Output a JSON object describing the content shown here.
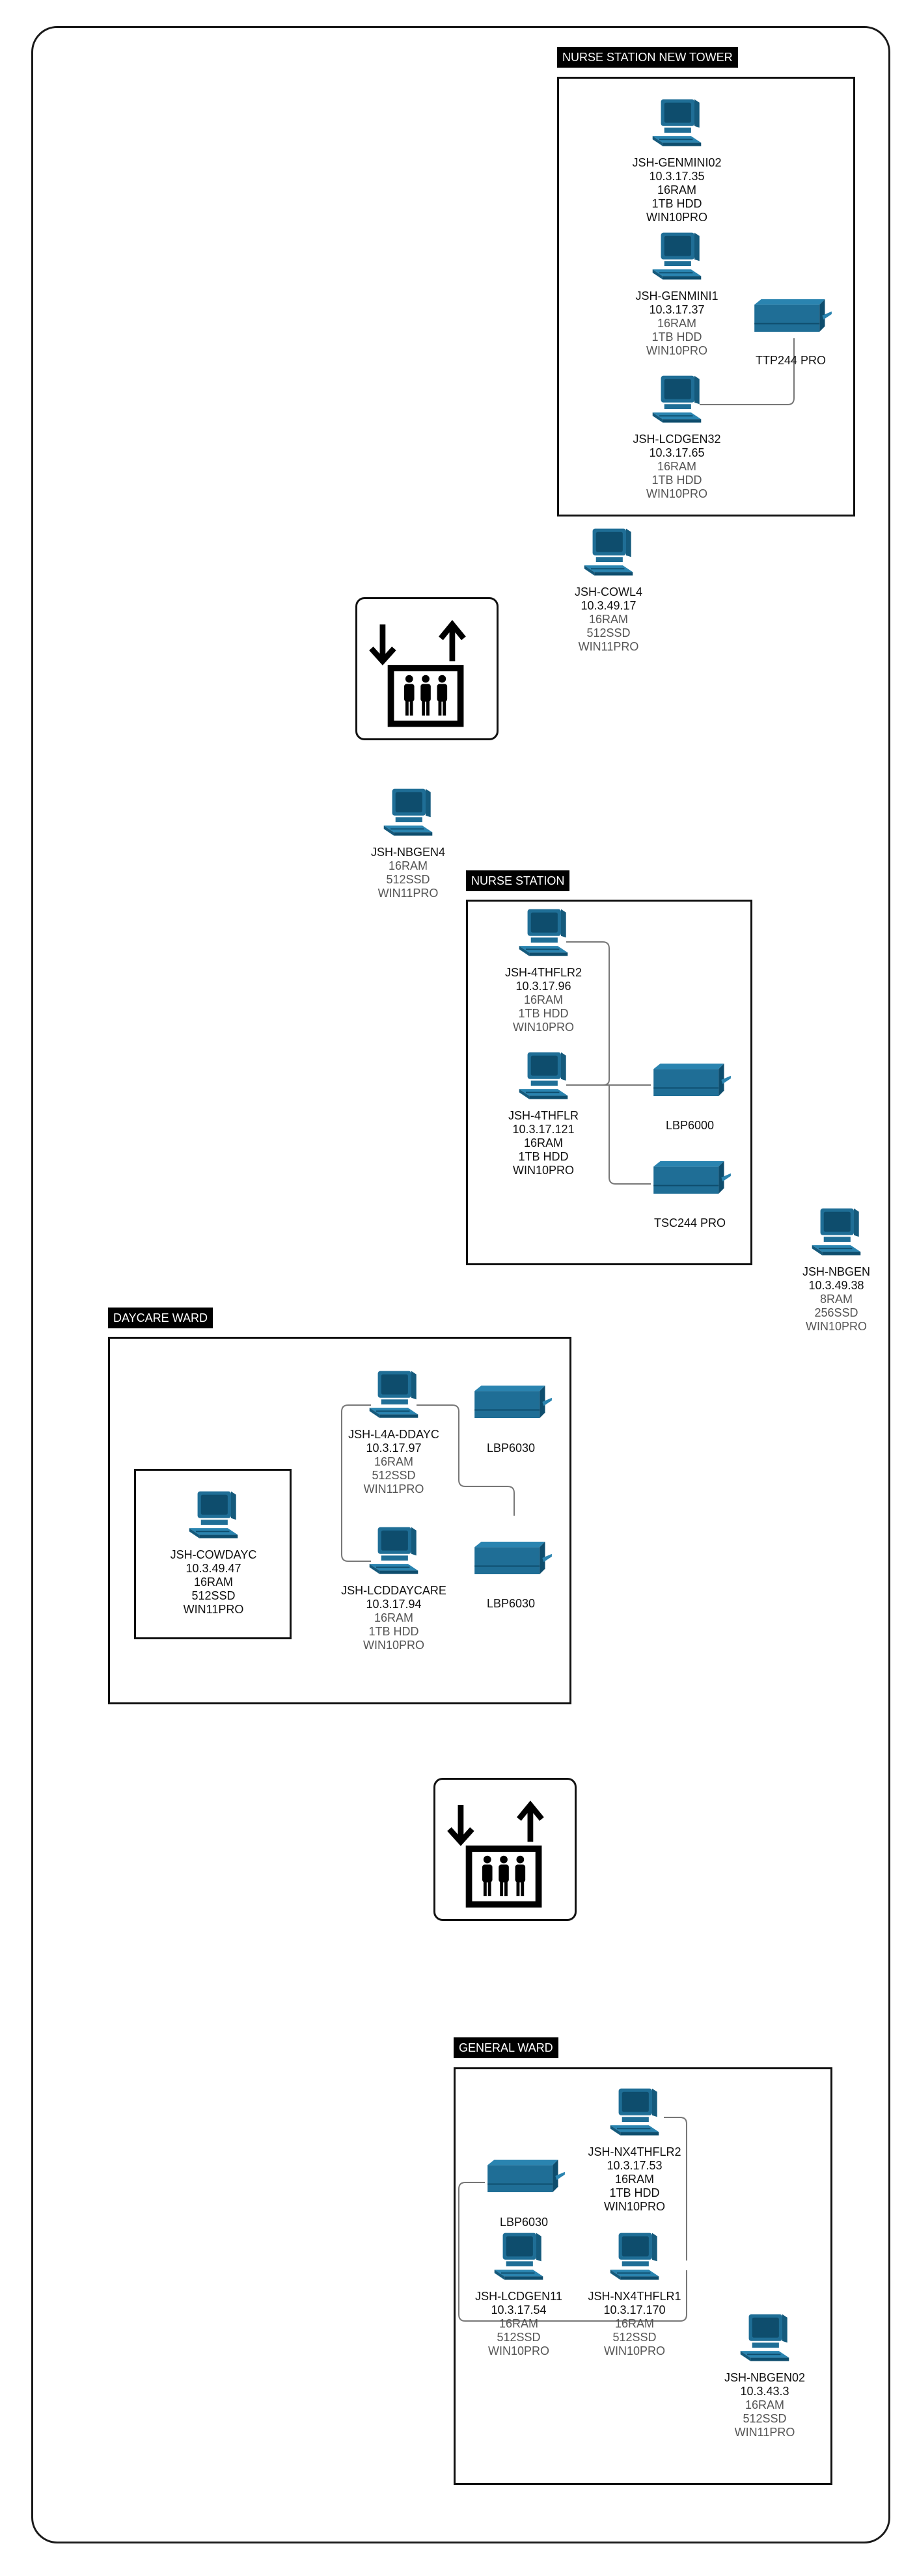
{
  "colors": {
    "device": "#1f6e96",
    "device_dark": "#0e4d6d",
    "line": "#777777"
  },
  "zones": {
    "nurse_new": {
      "label": "NURSE STATION NEW TOWER"
    },
    "nurse": {
      "label": "NURSE STATION"
    },
    "daycare": {
      "label": "DAYCARE WARD"
    },
    "general": {
      "label": "GENERAL WARD"
    }
  },
  "computers": {
    "genmini02": {
      "name": "JSH-GENMINI02",
      "ip": "10.3.17.35",
      "ram": "16RAM",
      "disk": "1TB HDD",
      "os": "WIN10PRO"
    },
    "genmini1": {
      "name": "JSH-GENMINI1",
      "ip": "10.3.17.37",
      "ram": "16RAM",
      "disk": "1TB HDD",
      "os": "WIN10PRO"
    },
    "lcdgen32": {
      "name": "JSH-LCDGEN32",
      "ip": "10.3.17.65",
      "ram": "16RAM",
      "disk": "1TB HDD",
      "os": "WIN10PRO"
    },
    "cowl4": {
      "name": "JSH-COWL4",
      "ip": "10.3.49.17",
      "ram": "16RAM",
      "disk": "512SSD",
      "os": "WIN11PRO"
    },
    "nbgen4": {
      "name": "JSH-NBGEN4",
      "ram": "16RAM",
      "disk": "512SSD",
      "os": "WIN11PRO"
    },
    "thflr2": {
      "name": "JSH-4THFLR2",
      "ip": "10.3.17.96",
      "ram": "16RAM",
      "disk": "1TB HDD",
      "os": "WIN10PRO"
    },
    "thflr": {
      "name": "JSH-4THFLR",
      "ip": "10.3.17.121",
      "ram": "16RAM",
      "disk": "1TB HDD",
      "os": "WIN10PRO"
    },
    "nbgen": {
      "name": "JSH-NBGEN",
      "ip": "10.3.49.38",
      "ram": "8RAM",
      "disk": "256SSD",
      "os": "WIN10PRO"
    },
    "l4addayc": {
      "name": "JSH-L4A-DDAYC",
      "ip": "10.3.17.97",
      "ram": "16RAM",
      "disk": "512SSD",
      "os": "WIN11PRO"
    },
    "cowdayc": {
      "name": "JSH-COWDAYC",
      "ip": "10.3.49.47",
      "ram": "16RAM",
      "disk": "512SSD",
      "os": "WIN11PRO"
    },
    "lcddaycare": {
      "name": "JSH-LCDDAYCARE",
      "ip": "10.3.17.94",
      "ram": "16RAM",
      "disk": "1TB HDD",
      "os": "WIN10PRO"
    },
    "nx4thflr2": {
      "name": "JSH-NX4THFLR2",
      "ip": "10.3.17.53",
      "ram": "16RAM",
      "disk": "1TB HDD",
      "os": "WIN10PRO"
    },
    "lcdgen11": {
      "name": "JSH-LCDGEN11",
      "ip": "10.3.17.54",
      "ram": "16RAM",
      "disk": "512SSD",
      "os": "WIN10PRO"
    },
    "nx4thflr1": {
      "name": "JSH-NX4THFLR1",
      "ip": "10.3.17.170",
      "ram": "16RAM",
      "disk": "512SSD",
      "os": "WIN10PRO"
    },
    "nbgen02": {
      "name": "JSH-NBGEN02",
      "ip": "10.3.43.3",
      "ram": "16RAM",
      "disk": "512SSD",
      "os": "WIN11PRO"
    }
  },
  "printers": {
    "ttp244": {
      "label": "TTP244 PRO"
    },
    "lbp6000": {
      "label": "LBP6000"
    },
    "tsc244": {
      "label": "TSC244 PRO"
    },
    "lbp6030a": {
      "label": "LBP6030"
    },
    "lbp6030b": {
      "label": "LBP6030"
    },
    "lbp6030c": {
      "label": "LBP6030"
    }
  }
}
